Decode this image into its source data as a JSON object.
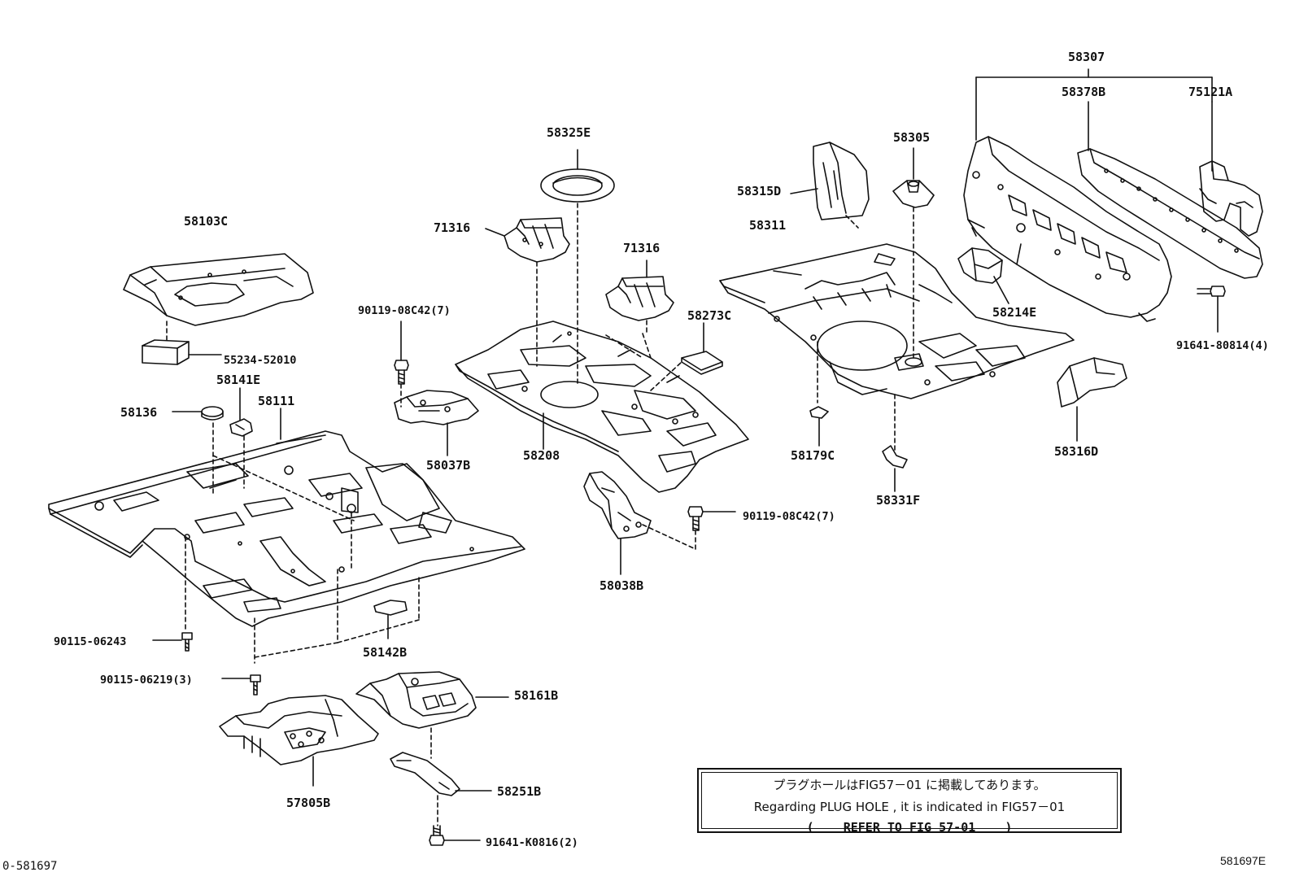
{
  "parts": {
    "p58307": "58307",
    "p58378B": "58378B",
    "p75121A": "75121A",
    "p58325E": "58325E",
    "p58305": "58305",
    "p58315D": "58315D",
    "p71316a": "71316",
    "p71316b": "71316",
    "p58103C": "58103C",
    "p58311": "58311",
    "p58273C": "58273C",
    "p58214E": "58214E",
    "p90119_top": "90119-08C42(7)",
    "p55234": "55234-52010",
    "p91641_80814": "91641-80814(4)",
    "p58141E": "58141E",
    "p58111": "58111",
    "p58136": "58136",
    "p58037B": "58037B",
    "p58208": "58208",
    "p58179C": "58179C",
    "p58316D": "58316D",
    "p58331F": "58331F",
    "p90119_mid": "90119-08C42(7)",
    "p58038B": "58038B",
    "p90115_06243": "90115-06243",
    "p58142B": "58142B",
    "p90115_06219": "90115-06219(3)",
    "p58161B": "58161B",
    "p58251B": "58251B",
    "p57805B": "57805B",
    "p91641_K0816": "91641-K0816(2)"
  },
  "note": {
    "line1": "プラグホールはFIG57－01 に掲載してあります。",
    "line2": "Regarding  PLUG HOLE , it is indicated in FIG57－01",
    "line3": "(    REFER TO FIG 57-01    )"
  },
  "footer": {
    "left_code": "0-581697",
    "right_code": "581697E"
  }
}
